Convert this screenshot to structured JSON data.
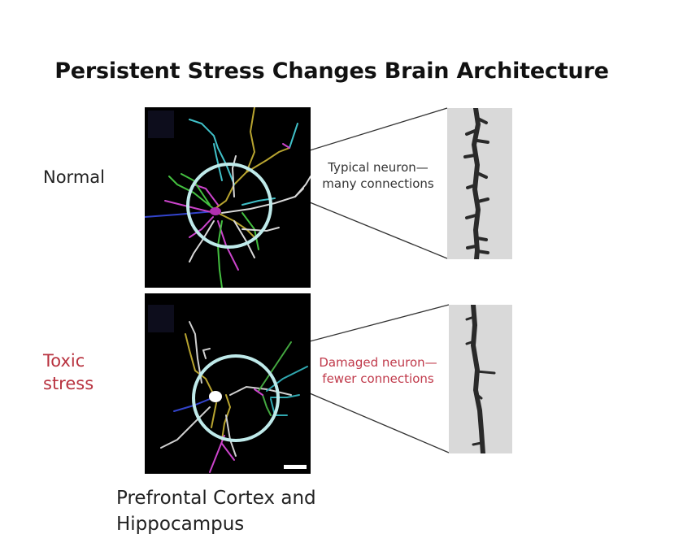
{
  "title": "Persistent Stress Changes Brain Architecture",
  "rows": [
    {
      "label": "Normal",
      "note_line1": "Typical neuron—",
      "note_line2": "many connections"
    },
    {
      "label_line1": "Toxic",
      "label_line2": "stress",
      "note_line1": "Damaged neuron—",
      "note_line2": "fewer connections"
    }
  ],
  "caption_line1": "Prefrontal Cortex and",
  "caption_line2": "Hippocampus",
  "colors": {
    "toxic_red": "#b8323f",
    "circle": "#bfeaea",
    "panel_bg": "#000000"
  }
}
